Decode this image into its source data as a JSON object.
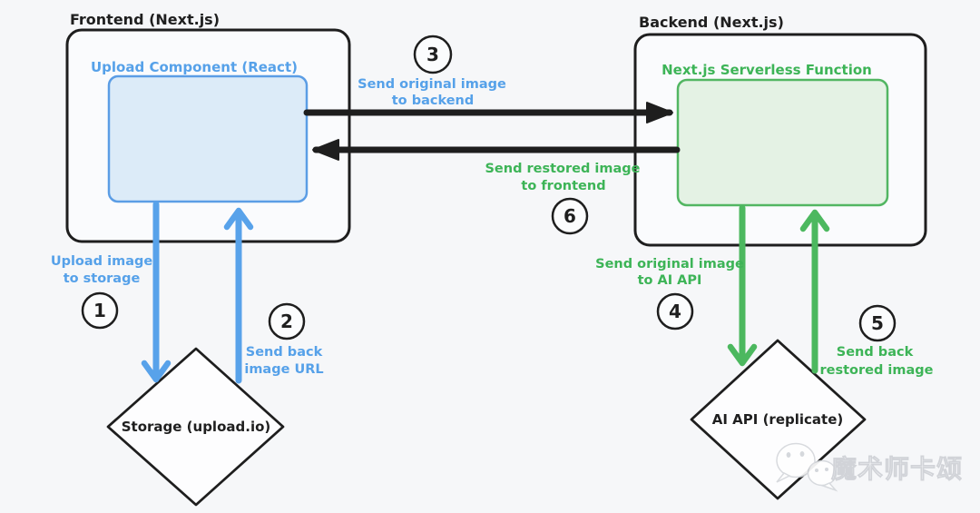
{
  "diagram": {
    "background": "#f6f7f9",
    "colors": {
      "ink": "#1e1e1e",
      "blue": "#58a2ea",
      "blue_fill": "#dcebf8",
      "blue_border": "#5b9de5",
      "green": "#4cb85f",
      "green_fill": "#e4f2e4",
      "green_border": "#52b662"
    },
    "nodes": {
      "frontend": {
        "title": "Frontend (Next.js)",
        "inner_label": "Upload Component (React)"
      },
      "backend": {
        "title": "Backend (Next.js)",
        "inner_label": "Next.js Serverless Function"
      },
      "storage": {
        "label": "Storage (upload.io)",
        "shape": "diamond"
      },
      "ai_api": {
        "label": "AI API (replicate)",
        "shape": "diamond"
      }
    },
    "steps": [
      {
        "num": "1",
        "line1": "Upload image",
        "line2": "to storage",
        "from": "upload-component",
        "to": "storage",
        "arrow_color": "#58a2ea",
        "label_color": "#56a1e9"
      },
      {
        "num": "2",
        "line1": "Send back",
        "line2": "image URL",
        "from": "storage",
        "to": "upload-component",
        "arrow_color": "#58a2ea",
        "label_color": "#56a1e9"
      },
      {
        "num": "3",
        "line1": "Send original image",
        "line2": "to backend",
        "from": "upload-component",
        "to": "serverless-function",
        "arrow_color": "#1e1e1e",
        "label_color": "#56a1e9"
      },
      {
        "num": "4",
        "line1": "Send original image",
        "line2": "to AI API",
        "from": "serverless-function",
        "to": "ai-api",
        "arrow_color": "#4cb85f",
        "label_color": "#3db457"
      },
      {
        "num": "5",
        "line1": "Send back",
        "line2": "restored image",
        "from": "ai-api",
        "to": "serverless-function",
        "arrow_color": "#4cb85f",
        "label_color": "#3db457"
      },
      {
        "num": "6",
        "line1": "Send restored image",
        "line2": "to frontend",
        "from": "serverless-function",
        "to": "upload-component",
        "arrow_color": "#1e1e1e",
        "label_color": "#3db457"
      }
    ],
    "watermark": {
      "icon": "wechat-icon",
      "text": "魔术师卡颂"
    }
  }
}
